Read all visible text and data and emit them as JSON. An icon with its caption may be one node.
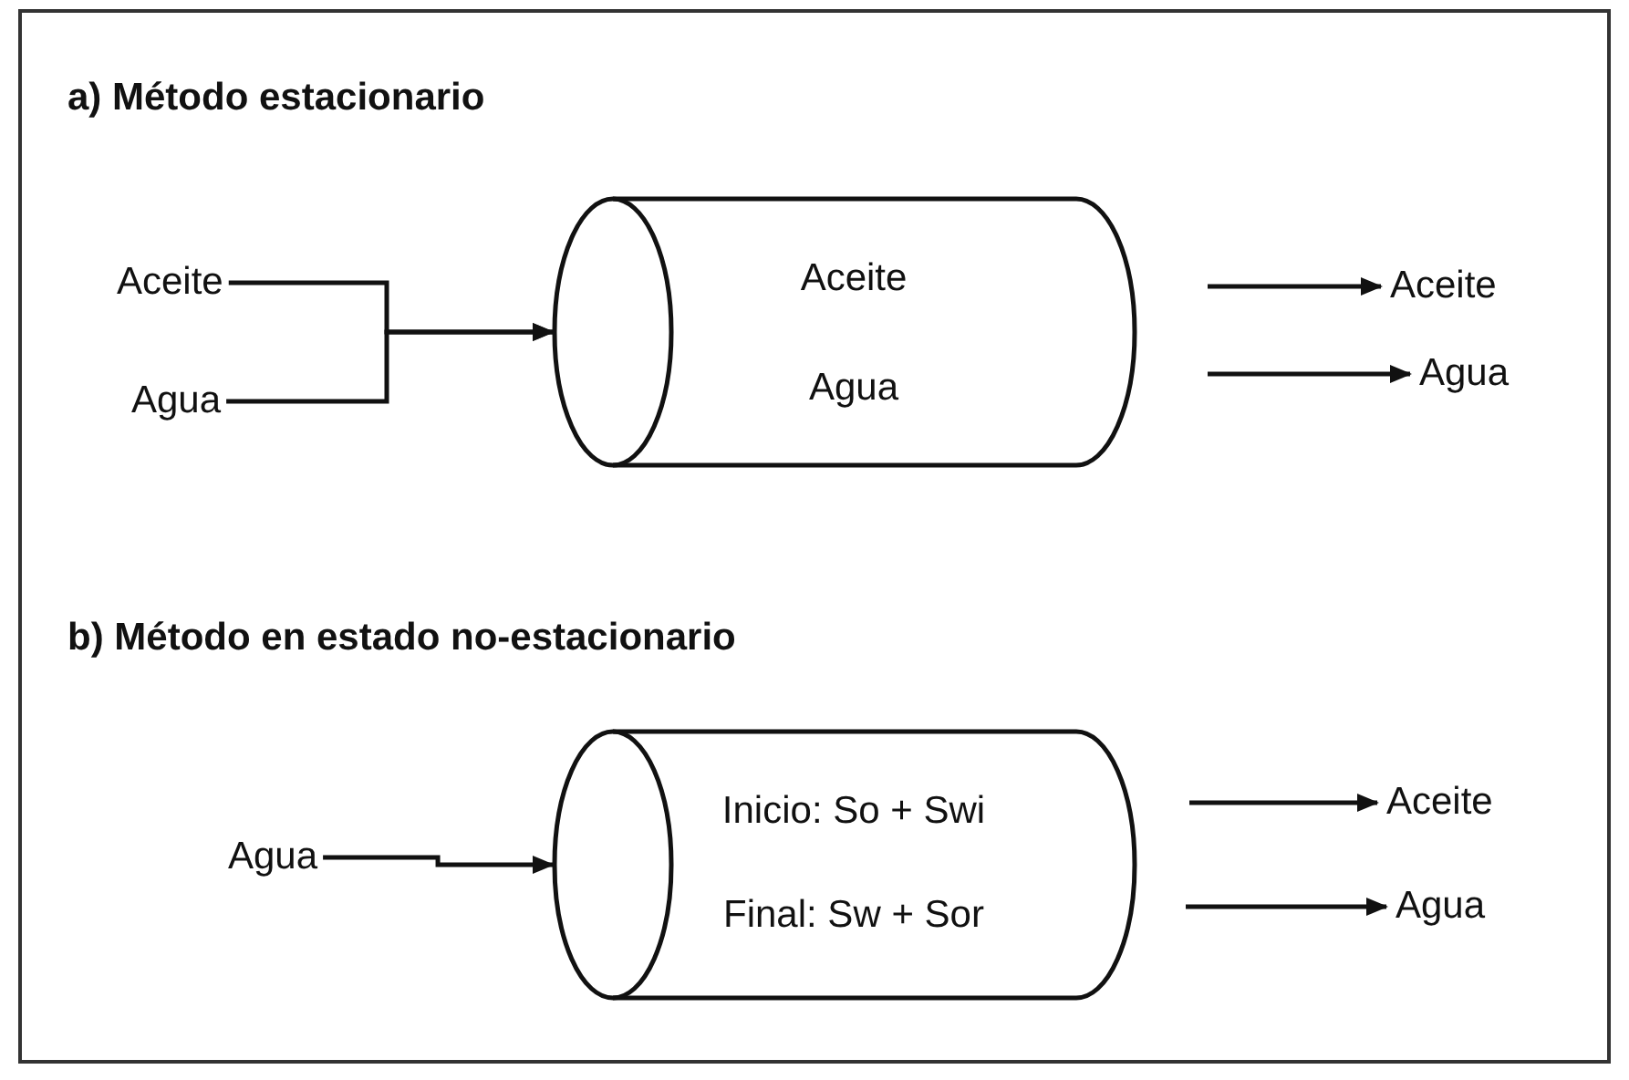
{
  "diagram": {
    "nodes": [
      {
        "text": [
          "Aceite"
        ]
      },
      {
        "text": [
          "Agua"
        ]
      },
      {
        "text": [
          "Aceite",
          "Agua"
        ]
      },
      {
        "text": [
          "Aceite"
        ]
      },
      {
        "text": [
          "Agua"
        ]
      },
      {
        "text": [
          "Agua"
        ]
      },
      {
        "text": [
          "Inicio: So + Swi",
          "Final: Sw + Sor"
        ]
      },
      {
        "text": [
          "Aceite"
        ]
      },
      {
        "text": [
          "Agua"
        ]
      }
    ],
    "edges": [
      {
        "from": 0,
        "to": 2,
        "arrow": "to"
      },
      {
        "from": 1,
        "to": 2,
        "arrow": "to"
      },
      {
        "from": null,
        "to": 3,
        "arrow": "to"
      },
      {
        "from": null,
        "to": 4,
        "arrow": "to"
      },
      {
        "from": 5,
        "to": 6,
        "arrow": "to"
      },
      {
        "from": null,
        "to": 7,
        "arrow": "to"
      },
      {
        "from": null,
        "to": 8,
        "arrow": "to"
      }
    ],
    "labels": [
      "a)  Método estacionario",
      "b)  Método en estado no-estacionario"
    ]
  }
}
